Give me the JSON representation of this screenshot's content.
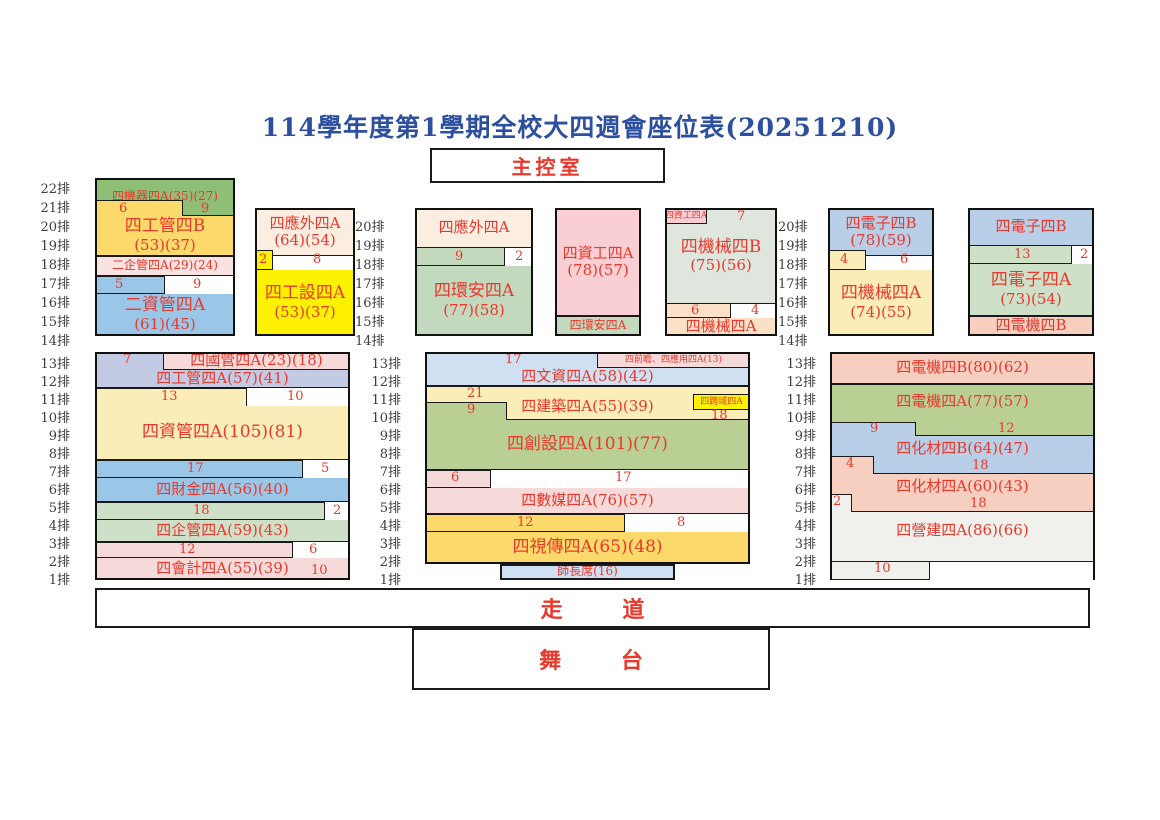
{
  "title": "114學年度第1學期全校大四週會座位表(20251210)",
  "control_room": {
    "label": "主控室"
  },
  "aisle": {
    "label": "走 道"
  },
  "stage": {
    "label": "舞 台"
  },
  "teacher_seat": {
    "label": "師長席(16)"
  },
  "row_suffix": "排",
  "rails": {
    "upper_rows": [
      "22排",
      "21排",
      "20排",
      "19排",
      "18排",
      "17排",
      "16排",
      "15排",
      "14排"
    ],
    "upper_rows_short": [
      "20排",
      "19排",
      "18排",
      "17排",
      "16排",
      "15排",
      "14排"
    ],
    "lower_rows": [
      "13排",
      "12排",
      "11排",
      "10排",
      "9排",
      "8排",
      "7排",
      "6排",
      "5排",
      "4排",
      "3排",
      "2排",
      "1排"
    ]
  },
  "colors": {
    "green": "#8fbf77",
    "yellow": "#fbd96a",
    "pink_pale": "#fbe2e2",
    "blue": "#9ac6e8",
    "bright_yellow": "#fff200",
    "cream": "#fbeee1",
    "sage": "#c3d9bd",
    "pink": "#f9cfd3",
    "gray_green": "#dfe6dd",
    "peach": "#fbe0c8",
    "sky": "#b9cfe8",
    "lavender": "#c2cbe3",
    "soft_yellow": "#fbedb8",
    "mint": "#cfe0c8",
    "rose": "#f6dada",
    "salmon": "#f6cfc0",
    "olive": "#b9cf94",
    "white_gray": "#f0f0ec",
    "pale_blue": "#cfe0f2",
    "title_blue": "#2c4fa0",
    "text_red": "#e8392c",
    "border": "#111111"
  },
  "groups": [
    {
      "id": "group-a",
      "segments": [
        {
          "name": "四機器四A",
          "label": "四機器四A(35)(27)",
          "capacity": 35,
          "attending": 27,
          "color": "green"
        },
        {
          "name": "四工管四B",
          "label": "四工管四B",
          "label2": "(53)(37)",
          "capacity": 53,
          "attending": 37,
          "color": "yellow"
        },
        {
          "name": "二企管四A",
          "label": "二企管四A(29)(24)",
          "capacity": 29,
          "attending": 24,
          "color": "pink_pale"
        },
        {
          "name": "二資管四A",
          "label": "二資管四A",
          "label2": "(61)(45)",
          "capacity": 61,
          "attending": 45,
          "color": "blue"
        }
      ],
      "counts": [
        "6",
        "9",
        "5",
        "9"
      ]
    },
    {
      "id": "group-b",
      "segments": [
        {
          "name": "四應外四A",
          "label": "四應外四A",
          "label2": "(64)(54)",
          "capacity": 64,
          "attending": 54,
          "color": "cream"
        },
        {
          "name": "四工設四A",
          "label": "四工設四A",
          "label2": "(53)(37)",
          "capacity": 53,
          "attending": 37,
          "color": "bright_yellow"
        }
      ],
      "counts": [
        "2",
        "8"
      ]
    },
    {
      "id": "group-c",
      "segments": [
        {
          "name": "四應外四A",
          "label": "四應外四A",
          "color": "cream"
        },
        {
          "name": "四環安四A",
          "label": "四環安四A",
          "label2": "(77)(58)",
          "capacity": 77,
          "attending": 58,
          "color": "sage"
        }
      ],
      "counts": [
        "9",
        "2"
      ]
    },
    {
      "id": "group-d",
      "segments": [
        {
          "name": "四資工四A",
          "label": "四資工四A",
          "label2": "(78)(57)",
          "capacity": 78,
          "attending": 57,
          "color": "pink"
        },
        {
          "name": "四環安四A",
          "label": "四環安四A",
          "color": "sage"
        }
      ],
      "counts": []
    },
    {
      "id": "group-e",
      "segments": [
        {
          "name": "四資工四A小",
          "label": "四資工四A",
          "color": "pink"
        },
        {
          "name": "四機械四B",
          "label": "四機械四B",
          "label2": "(75)(56)",
          "capacity": 75,
          "attending": 56,
          "color": "gray_green"
        },
        {
          "name": "四機械四A",
          "label": "四機械四A",
          "color": "peach"
        }
      ],
      "counts": [
        "7",
        "6",
        "4"
      ]
    },
    {
      "id": "group-f",
      "segments": [
        {
          "name": "四電子四B",
          "label": "四電子四B",
          "label2": "(78)(59)",
          "capacity": 78,
          "attending": 59,
          "color": "sky"
        },
        {
          "name": "四機械四A",
          "label": "四機械四A",
          "label2": "(74)(55)",
          "capacity": 74,
          "attending": 55,
          "color": "soft_yellow"
        }
      ],
      "counts": [
        "4",
        "6"
      ]
    },
    {
      "id": "group-g",
      "segments": [
        {
          "name": "四電子四B",
          "label": "四電子四B",
          "color": "sky"
        },
        {
          "name": "四電子四A",
          "label": "四電子四A",
          "label2": "(73)(54)",
          "capacity": 73,
          "attending": 54,
          "color": "mint"
        },
        {
          "name": "四電機四B",
          "label": "四電機四B",
          "color": "salmon"
        }
      ],
      "counts": [
        "13",
        "2"
      ]
    },
    {
      "id": "group-h",
      "segments": [
        {
          "name": "四國管四A",
          "label": "四國管四A(23)(18)",
          "capacity": 23,
          "attending": 18,
          "color": "rose"
        },
        {
          "name": "四工管四A",
          "label": "四工管四A(57)(41)",
          "capacity": 57,
          "attending": 41,
          "color": "lavender"
        },
        {
          "name": "四資管四A",
          "label": "四資管四A(105)(81)",
          "capacity": 105,
          "attending": 81,
          "color": "soft_yellow"
        },
        {
          "name": "四財金四A",
          "label": "四財金四A(56)(40)",
          "capacity": 56,
          "attending": 40,
          "color": "blue"
        },
        {
          "name": "四企管四A",
          "label": "四企管四A(59)(43)",
          "capacity": 59,
          "attending": 43,
          "color": "mint"
        },
        {
          "name": "四會計四A",
          "label": "四會計四A(55)(39)",
          "capacity": 55,
          "attending": 39,
          "color": "rose"
        }
      ],
      "counts": [
        "7",
        "13",
        "10",
        "17",
        "5",
        "18",
        "2",
        "12",
        "6",
        "10"
      ]
    },
    {
      "id": "group-i",
      "segments": [
        {
          "name": "四前瞻四應用四A",
          "label": "四前瞻、四應用四A(13)",
          "capacity": 13,
          "color": "rose"
        },
        {
          "name": "四文資四A",
          "label": "四文資四A(58)(42)",
          "capacity": 58,
          "attending": 42,
          "color": "pale_blue"
        },
        {
          "name": "四建築四A",
          "label": "四建築四A(55)(39)",
          "capacity": 55,
          "attending": 39,
          "color": "soft_yellow"
        },
        {
          "name": "四跨域四A",
          "label": "四跨域四A",
          "color": "bright_yellow"
        },
        {
          "name": "四創設四A",
          "label": "四創設四A(101)(77)",
          "capacity": 101,
          "attending": 77,
          "color": "olive"
        },
        {
          "name": "四數媒四A",
          "label": "四數媒四A(76)(57)",
          "capacity": 76,
          "attending": 57,
          "color": "rose"
        },
        {
          "name": "四視傳四A",
          "label": "四視傳四A(65)(48)",
          "capacity": 65,
          "attending": 48,
          "color": "yellow"
        }
      ],
      "counts": [
        "17",
        "21",
        "9",
        "18",
        "6",
        "17",
        "12",
        "8"
      ]
    },
    {
      "id": "group-j",
      "segments": [
        {
          "name": "四電機四B",
          "label": "四電機四B(80)(62)",
          "capacity": 80,
          "attending": 62,
          "color": "salmon"
        },
        {
          "name": "四電機四A",
          "label": "四電機四A(77)(57)",
          "capacity": 77,
          "attending": 57,
          "color": "olive"
        },
        {
          "name": "四化材四B",
          "label": "四化材四B(64)(47)",
          "capacity": 64,
          "attending": 47,
          "color": "sky"
        },
        {
          "name": "四化材四A",
          "label": "四化材四A(60)(43)",
          "capacity": 60,
          "attending": 43,
          "color": "salmon"
        },
        {
          "name": "四營建四A",
          "label": "四營建四A(86)(66)",
          "capacity": 86,
          "attending": 66,
          "color": "white_gray"
        }
      ],
      "counts": [
        "9",
        "12",
        "4",
        "18",
        "2",
        "18",
        "10"
      ]
    }
  ]
}
